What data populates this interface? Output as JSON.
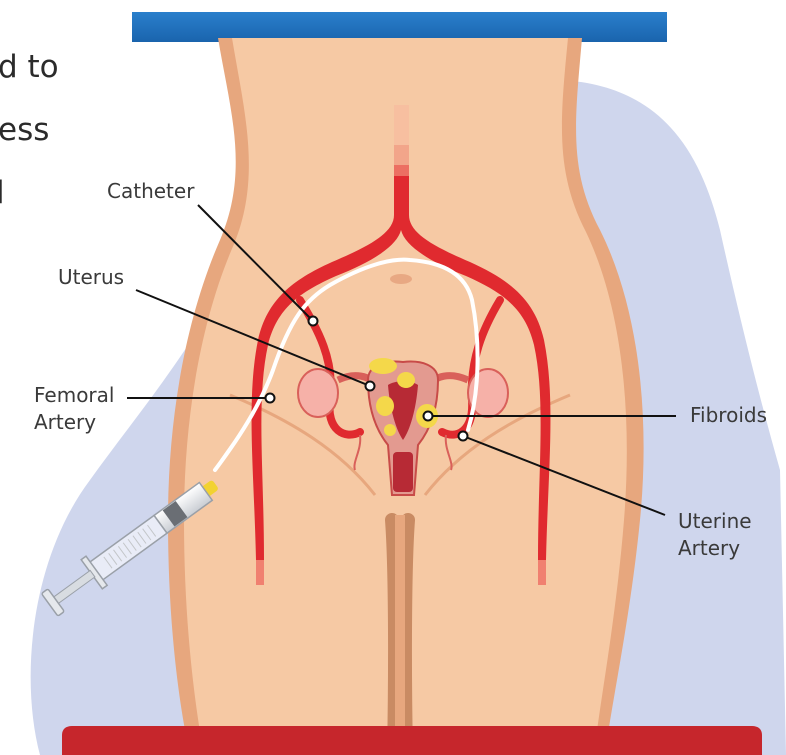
{
  "intro_fragments": [
    "d to",
    "ess",
    "l"
  ],
  "labels": {
    "catheter": "Catheter",
    "uterus": "Uterus",
    "femoral_artery": [
      "Femoral",
      "Artery"
    ],
    "fibroids": "Fibroids",
    "uterine_artery": [
      "Uterine",
      "Artery"
    ]
  },
  "colors": {
    "skin": "#f6c9a4",
    "skin_edge": "#e7a77e",
    "background_blob": "#cfd6ed",
    "artery": "#e02a2f",
    "top_bar": "#1f73c0",
    "bottom_bar": "#c6262c",
    "fibroid": "#f4d84a",
    "syringe_tip": "#f2d231"
  }
}
